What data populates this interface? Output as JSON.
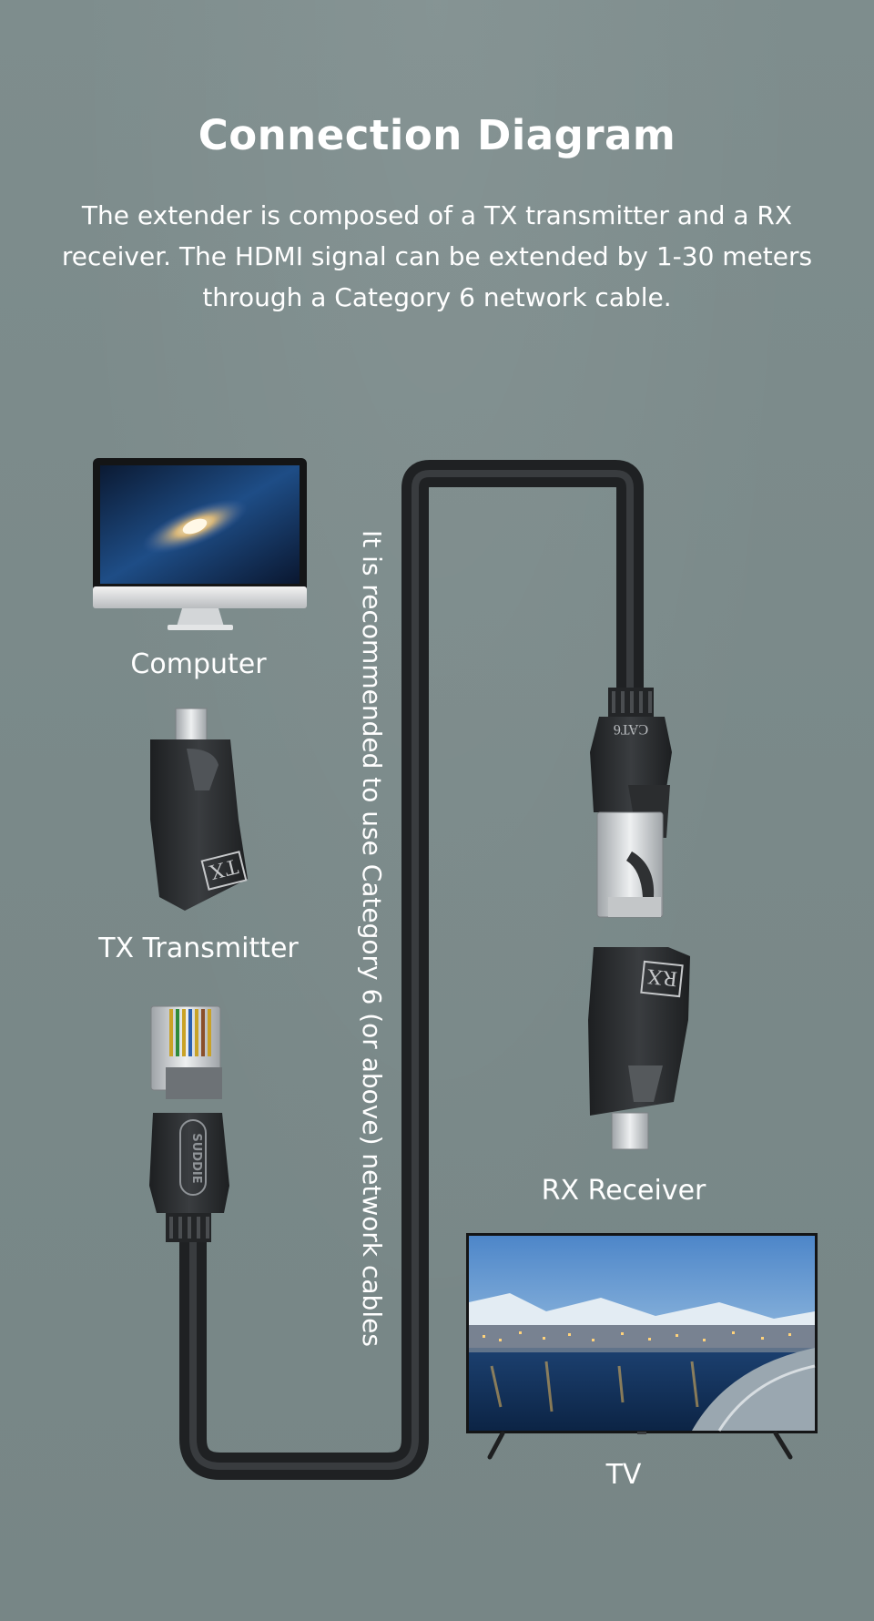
{
  "title": "Connection Diagram",
  "intro": "The extender is composed of a TX transmitter and a RX receiver. The HDMI signal can be extended by 1-30 meters through a Category 6 network cable.",
  "cable_note": "It is recommended to use Category 6 (or above) network cables",
  "labels": {
    "computer": "Computer",
    "tx": "TX Transmitter",
    "rx": "RX Receiver",
    "tv": "TV"
  },
  "device_marks": {
    "tx_badge": "TX",
    "rx_badge": "RX",
    "plug_brand": "SUDDIE",
    "plug_cat": "CAT6"
  },
  "colors": {
    "background": "#7a8989",
    "cable": "#2a2c2e",
    "text": "#ffffff"
  }
}
